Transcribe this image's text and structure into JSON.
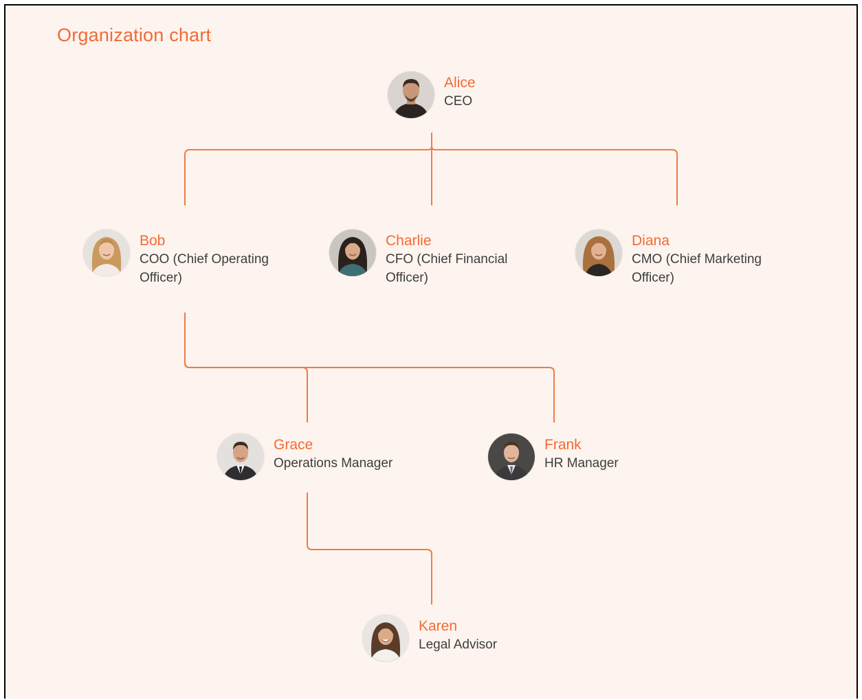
{
  "title": "Organization chart",
  "colors": {
    "accent": "#f26a35",
    "connector": "#f07a45",
    "text": "#3d3d3d",
    "background": "#fdf4ef"
  },
  "people": [
    {
      "id": "alice",
      "name": "Alice",
      "role": "CEO"
    },
    {
      "id": "bob",
      "name": "Bob",
      "role": "COO (Chief Operating Officer)"
    },
    {
      "id": "charlie",
      "name": "Charlie",
      "role": "CFO (Chief Financial Officer)"
    },
    {
      "id": "diana",
      "name": "Diana",
      "role": "CMO (Chief Marketing Officer)"
    },
    {
      "id": "grace",
      "name": "Grace",
      "role": "Operations Manager"
    },
    {
      "id": "frank",
      "name": "Frank",
      "role": "HR Manager"
    },
    {
      "id": "karen",
      "name": "Karen",
      "role": "Legal Advisor"
    }
  ],
  "reports_to": {
    "bob": "alice",
    "charlie": "alice",
    "diana": "alice",
    "grace": "bob",
    "frank": "bob",
    "karen": "grace"
  }
}
